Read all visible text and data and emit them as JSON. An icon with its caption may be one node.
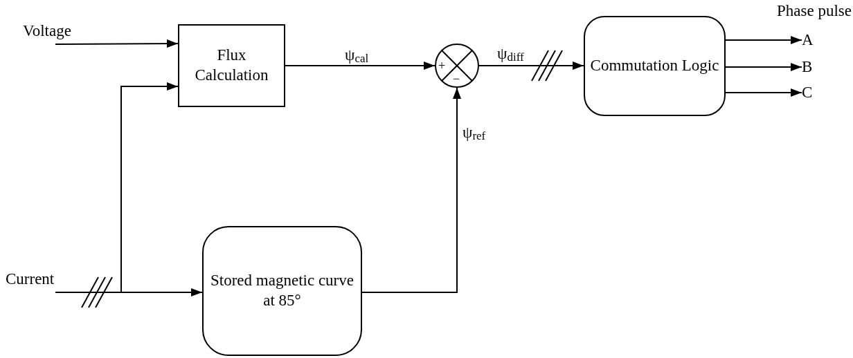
{
  "diagram": {
    "nodes": [
      {
        "text": [
          "Voltage"
        ]
      },
      {
        "text": [
          "Flux Calculation"
        ]
      },
      {
        "text": [
          "Current"
        ]
      },
      {
        "text": [
          "+",
          "−"
        ]
      },
      {
        "text": [
          "Commutation Logic"
        ]
      },
      {
        "text": [
          "Stored magnetic curve at 85°"
        ]
      },
      {
        "text": [
          "A"
        ]
      },
      {
        "text": [
          "B"
        ]
      },
      {
        "text": [
          "C"
        ]
      }
    ],
    "edges": [
      {
        "from": 0,
        "to": 1,
        "arrow": "to"
      },
      {
        "from": 2,
        "to": 1,
        "arrow": "to"
      },
      {
        "from": 2,
        "to": 5,
        "arrow": "to"
      },
      {
        "from": 1,
        "to": 3,
        "arrow": "to",
        "label": "ψ$_{cal}$"
      },
      {
        "from": 5,
        "to": 3,
        "arrow": "to",
        "label": "ψ$_{ref}$"
      },
      {
        "from": 3,
        "to": 4,
        "arrow": "to",
        "label": "ψ$_{diff}$"
      },
      {
        "from": 4,
        "to": 6,
        "arrow": "to"
      },
      {
        "from": 4,
        "to": 7,
        "arrow": "to"
      },
      {
        "from": 4,
        "to": 8,
        "arrow": "to"
      }
    ],
    "labels": [
      "Phase pulse"
    ]
  }
}
